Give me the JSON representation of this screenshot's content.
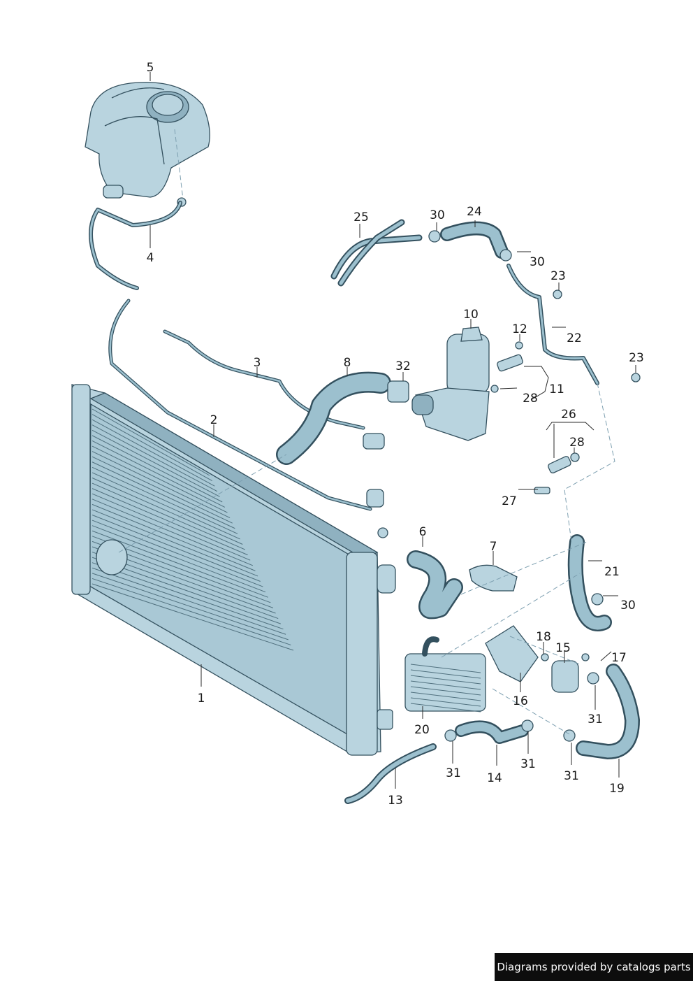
{
  "callouts": [
    {
      "id": "1",
      "label": "1"
    },
    {
      "id": "2",
      "label": "2"
    },
    {
      "id": "3",
      "label": "3"
    },
    {
      "id": "4",
      "label": "4"
    },
    {
      "id": "5",
      "label": "5"
    },
    {
      "id": "6",
      "label": "6"
    },
    {
      "id": "7",
      "label": "7"
    },
    {
      "id": "8",
      "label": "8"
    },
    {
      "id": "10",
      "label": "10"
    },
    {
      "id": "11",
      "label": "11"
    },
    {
      "id": "12",
      "label": "12"
    },
    {
      "id": "13",
      "label": "13"
    },
    {
      "id": "14",
      "label": "14"
    },
    {
      "id": "15",
      "label": "15"
    },
    {
      "id": "16",
      "label": "16"
    },
    {
      "id": "17",
      "label": "17"
    },
    {
      "id": "18",
      "label": "18"
    },
    {
      "id": "19",
      "label": "19"
    },
    {
      "id": "20",
      "label": "20"
    },
    {
      "id": "21",
      "label": "21"
    },
    {
      "id": "22",
      "label": "22"
    },
    {
      "id": "23a",
      "label": "23"
    },
    {
      "id": "23b",
      "label": "23"
    },
    {
      "id": "24",
      "label": "24"
    },
    {
      "id": "25",
      "label": "25"
    },
    {
      "id": "26",
      "label": "26"
    },
    {
      "id": "27",
      "label": "27"
    },
    {
      "id": "28a",
      "label": "28"
    },
    {
      "id": "28b",
      "label": "28"
    },
    {
      "id": "30a",
      "label": "30"
    },
    {
      "id": "30b",
      "label": "30"
    },
    {
      "id": "30c",
      "label": "30"
    },
    {
      "id": "31a",
      "label": "31"
    },
    {
      "id": "31b",
      "label": "31"
    },
    {
      "id": "31c",
      "label": "31"
    },
    {
      "id": "31d",
      "label": "31"
    },
    {
      "id": "32",
      "label": "32"
    }
  ],
  "credit": "Diagrams provided by catalogs parts",
  "colors": {
    "part_fill": "#b9d4df",
    "part_outline": "#33505e",
    "dash_line": "#7d9fb0",
    "credit_bg": "#0d0d0d"
  }
}
